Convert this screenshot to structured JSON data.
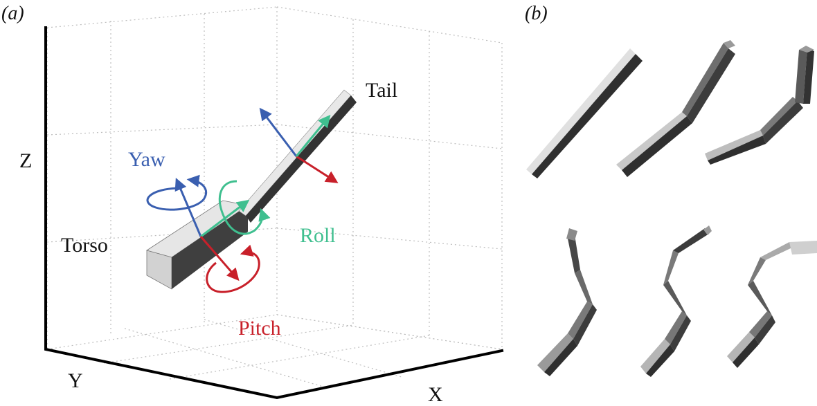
{
  "panels": {
    "a": {
      "label": "(a)"
    },
    "b": {
      "label": "(b)"
    }
  },
  "axes": {
    "x": "X",
    "y": "Y",
    "z": "Z"
  },
  "body_parts": {
    "torso": "Torso",
    "tail": "Tail"
  },
  "rotations": {
    "yaw": {
      "label": "Yaw",
      "color": "#3a5fb0"
    },
    "roll": {
      "label": "Roll",
      "color": "#3fbf8f"
    },
    "pitch": {
      "label": "Pitch",
      "color": "#c8202a"
    }
  },
  "colors": {
    "segment_light": "#d9d9d9",
    "segment_mid": "#8a8a8a",
    "segment_dark": "#3a3a3a"
  }
}
